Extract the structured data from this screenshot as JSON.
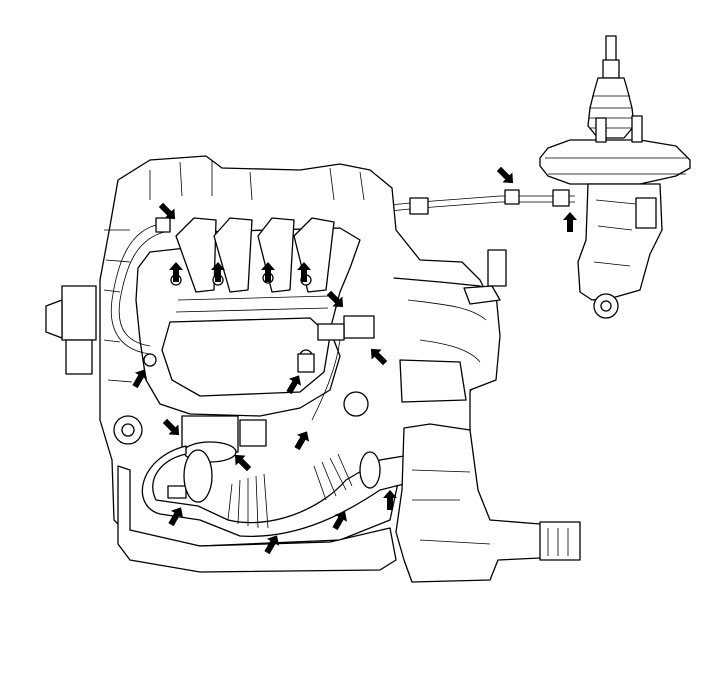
{
  "diagram": {
    "colors": {
      "line": "#000000",
      "background": "#ffffff",
      "arrow": "#000000"
    },
    "components": [
      "brake-booster",
      "intake-manifold",
      "engine-block",
      "air-intake-hose",
      "throttle-body",
      "transmission",
      "vacuum-hose"
    ],
    "arrows": [
      {
        "name": "arrow-vacuum-hose-clip-1",
        "dir": "down-right"
      },
      {
        "name": "arrow-vacuum-hose-clip-2",
        "dir": "up"
      },
      {
        "name": "arrow-hose-left-upper",
        "dir": "down-right"
      },
      {
        "name": "arrow-manifold-bolt-1",
        "dir": "up"
      },
      {
        "name": "arrow-manifold-bolt-2",
        "dir": "up"
      },
      {
        "name": "arrow-manifold-bolt-3",
        "dir": "up"
      },
      {
        "name": "arrow-manifold-bolt-4",
        "dir": "up"
      },
      {
        "name": "arrow-sensor-connector-1",
        "dir": "down-right"
      },
      {
        "name": "arrow-sensor-connector-2",
        "dir": "up-left"
      },
      {
        "name": "arrow-hose-left-lower",
        "dir": "up-right"
      },
      {
        "name": "arrow-connector-lower",
        "dir": "up-right"
      },
      {
        "name": "arrow-throttle-left",
        "dir": "down-right"
      },
      {
        "name": "arrow-throttle-center",
        "dir": "up-left"
      },
      {
        "name": "arrow-hose-clamp-center",
        "dir": "up-right"
      },
      {
        "name": "arrow-intake-clamp-left",
        "dir": "up-right"
      },
      {
        "name": "arrow-intake-clamp-bottom",
        "dir": "up-right"
      },
      {
        "name": "arrow-intake-clamp-right",
        "dir": "up-right"
      },
      {
        "name": "arrow-air-duct",
        "dir": "up"
      }
    ]
  }
}
